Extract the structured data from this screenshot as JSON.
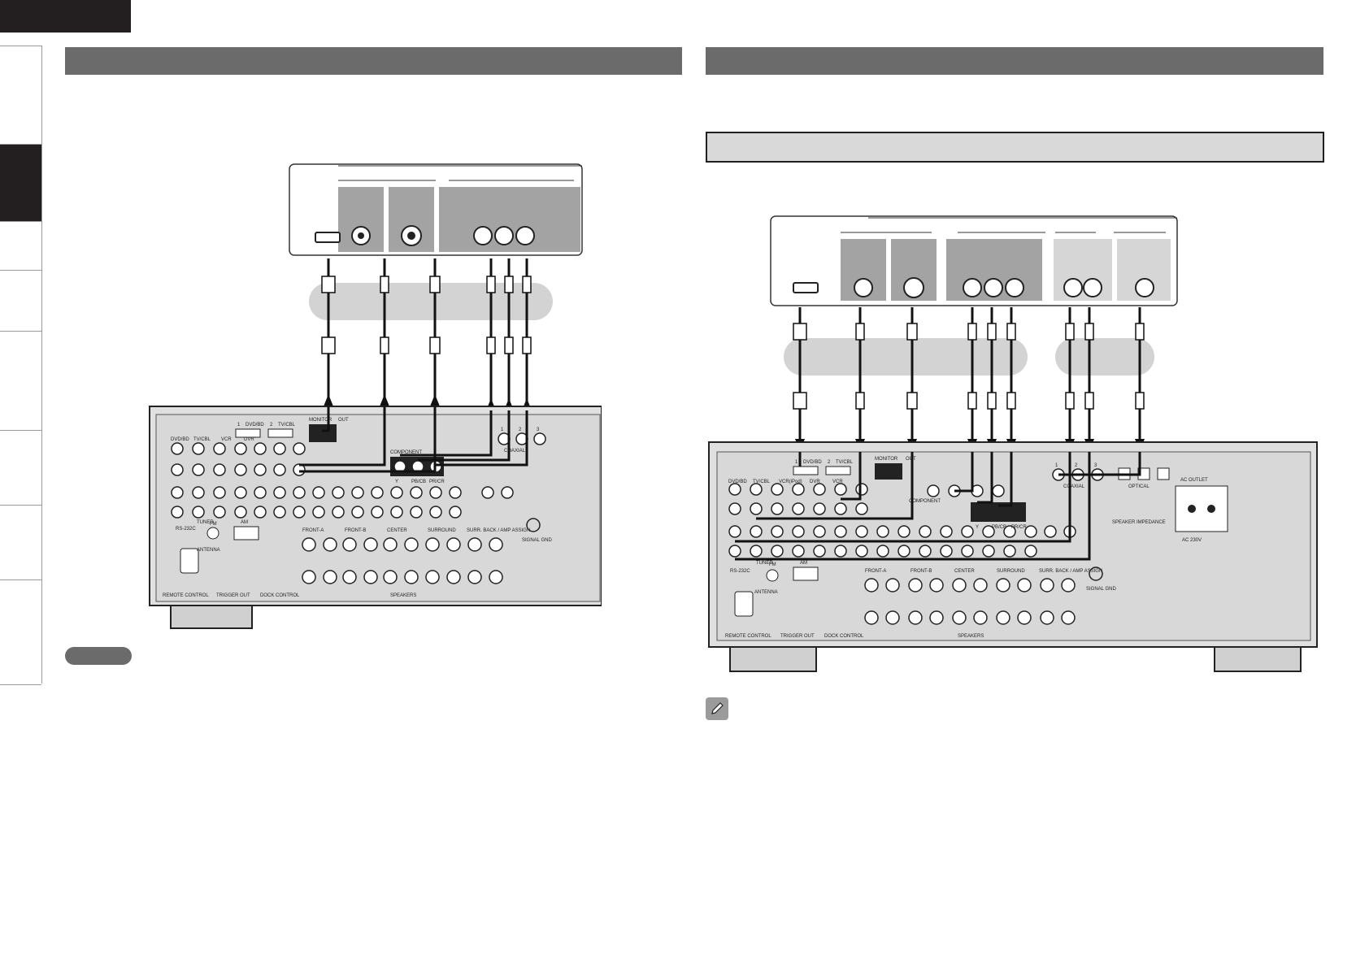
{
  "left_section": {
    "title": ""
  },
  "right_section": {
    "title": "",
    "subtitle": ""
  },
  "left_panel": {
    "hdmi_labels": [
      "1",
      "DVD/BD",
      "2",
      "TV/CBL"
    ],
    "monitor_label": "MONITOR",
    "out_label": "OUT",
    "video_inputs": [
      "DVD/BD",
      "TV/CBL",
      "VCR",
      "DVR"
    ],
    "component_label": "COMPONENT",
    "component_jacks": [
      "Y",
      "PB/CB",
      "PR/CR"
    ],
    "coaxial_label": "COAXIAL",
    "coaxial_inputs": [
      "1",
      "2",
      "3"
    ],
    "rs232c_label": "RS-232C",
    "tuner_label": "TUNER",
    "antenna_label": "ANTENNA",
    "am_label": "AM",
    "fm_label": "FM",
    "signal_gnd_label": "SIGNAL GND",
    "speakers_groups": [
      "FRONT-A",
      "FRONT-B",
      "CENTER",
      "SURROUND",
      "SURR. BACK / AMP ASSIGN"
    ],
    "speakers_label": "SPEAKERS",
    "bottom_labels": [
      "REMOTE CONTROL",
      "TRIGGER OUT",
      "DOCK CONTROL"
    ]
  },
  "right_panel": {
    "hdmi_labels": [
      "1",
      "DVD/BD",
      "2",
      "TV/CBL"
    ],
    "monitor_label": "MONITOR",
    "out_label": "OUT",
    "video_inputs": [
      "DVD/BD",
      "TV/CBL",
      "VCR(iPod)",
      "DVR",
      "VCR"
    ],
    "component_label": "COMPONENT",
    "component_jacks": [
      "Y",
      "PB/CB",
      "PR/CR"
    ],
    "coaxial_label": "COAXIAL",
    "optical_label": "OPTICAL",
    "digital_inputs": [
      "1",
      "2",
      "3"
    ],
    "ac_outlet_label": "AC OUTLET",
    "ac_power_label": "AC 230V",
    "impedance_label": "SPEAKER IMPEDANCE",
    "rs232c_label": "RS-232C",
    "tuner_label": "TUNER",
    "antenna_label": "ANTENNA",
    "am_label": "AM",
    "fm_label": "FM",
    "signal_gnd_label": "SIGNAL GND",
    "speakers_groups": [
      "FRONT-A",
      "FRONT-B",
      "CENTER",
      "SURROUND",
      "SURR. BACK / AMP ASSIGN"
    ],
    "speakers_label": "SPEAKERS",
    "bottom_labels": [
      "REMOTE CONTROL",
      "TRIGGER OUT",
      "DOCK CONTROL"
    ]
  },
  "colors": {
    "tab_dark": "#231f20",
    "section_bar": "#6b6b6b",
    "jack_panel_dark": "#a3a3a3",
    "jack_panel_light": "#d6d6d6",
    "cable_band": "#d3d3d3",
    "receiver_body": "#e0e0e0"
  }
}
